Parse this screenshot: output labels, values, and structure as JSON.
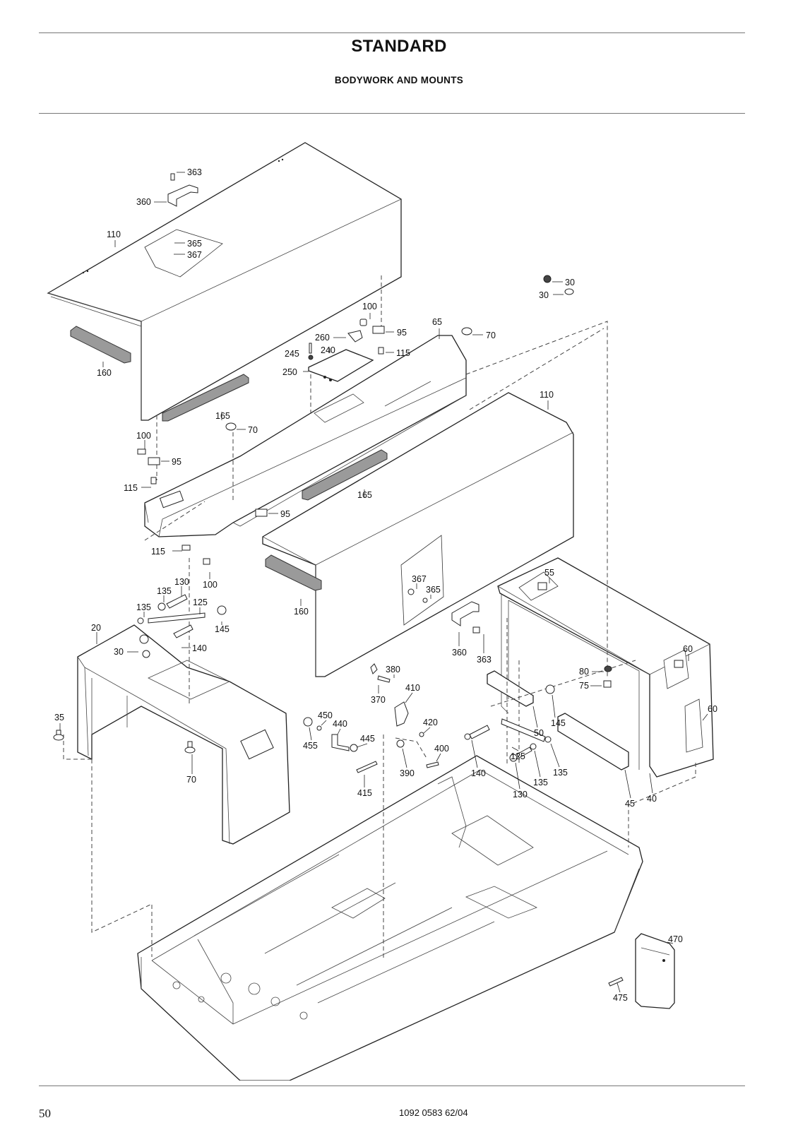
{
  "header": {
    "title": "STANDARD",
    "subtitle": "BODYWORK AND MOUNTS"
  },
  "footer": {
    "page_number": "50",
    "document_ref": "1092 0583 62/04"
  },
  "callouts": {
    "c363a": "363",
    "c360a": "360",
    "c110a": "110",
    "c365a": "365",
    "c367a": "367",
    "c30a": "30",
    "c30b": "30",
    "c100a": "100",
    "c95a": "95",
    "c65": "65",
    "c260": "260",
    "c245": "245",
    "c240": "240",
    "c250": "250",
    "c115a": "115",
    "c70a": "70",
    "c160a": "160",
    "c165a": "165",
    "c110b": "110",
    "c100b": "100",
    "c70b": "70",
    "c95b": "95",
    "c115b": "115",
    "c165b": "165",
    "c95c": "95",
    "c115c": "115",
    "c100c": "100",
    "c130a": "130",
    "c135a": "135",
    "c125a": "125",
    "c135b": "135",
    "c145a": "145",
    "c20": "20",
    "c30c": "30",
    "c140a": "140",
    "c160b": "160",
    "c367b": "367",
    "c365b": "365",
    "c55": "55",
    "c360b": "360",
    "c363b": "363",
    "c60a": "60",
    "c80": "80",
    "c75": "75",
    "c380": "380",
    "c370": "370",
    "c410": "410",
    "c35": "35",
    "c450": "450",
    "c440": "440",
    "c445": "445",
    "c420": "420",
    "c455": "455",
    "c400": "400",
    "c390": "390",
    "c415": "415",
    "c70c": "70",
    "c145b": "145",
    "c50": "50",
    "c60b": "60",
    "c140b": "140",
    "c125b": "125",
    "c135c": "135",
    "c135d": "135",
    "c130b": "130",
    "c45": "45",
    "c40": "40",
    "c470": "470",
    "c475": "475"
  }
}
